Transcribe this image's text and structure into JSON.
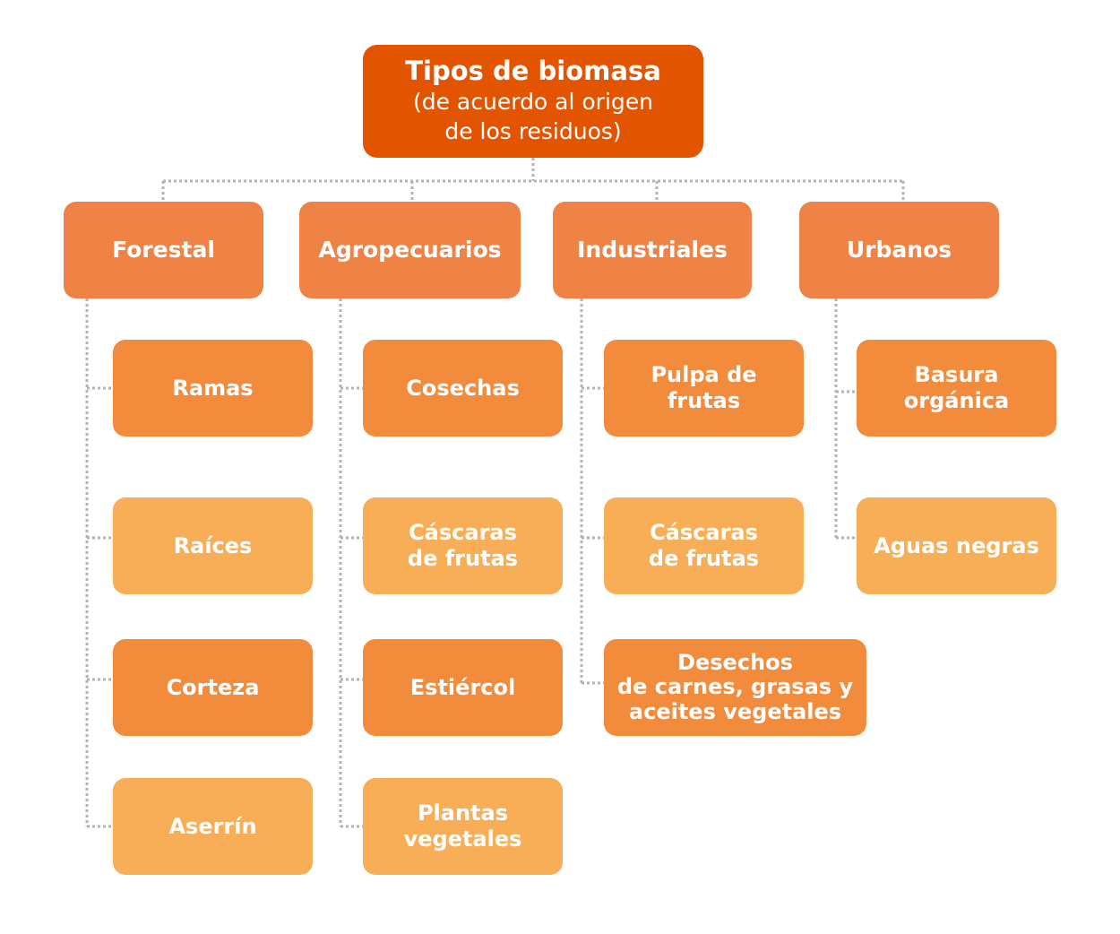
{
  "root": {
    "title": "Tipos de biomasa",
    "subtitle": "(de acuerdo al origen\nde los residuos)"
  },
  "categories": [
    {
      "label": "Forestal",
      "items": [
        "Ramas",
        "Raíces",
        "Corteza",
        "Aserrín"
      ]
    },
    {
      "label": "Agropecuarios",
      "items": [
        "Cosechas",
        "Cáscaras\nde frutas",
        "Estiércol",
        "Plantas\nvegetales"
      ]
    },
    {
      "label": "Industriales",
      "items": [
        "Pulpa de frutas",
        "Cáscaras\nde frutas",
        "Desechos\nde carnes, grasas y\naceites vegetales"
      ]
    },
    {
      "label": "Urbanos",
      "items": [
        "Basura\norgánica",
        "Aguas negras"
      ]
    }
  ],
  "colors": {
    "root": "#e35400",
    "category": "#ee8345",
    "item_dark": "#f28b3c",
    "item_light": "#f7ae57",
    "connector": "#b3b3b3"
  }
}
